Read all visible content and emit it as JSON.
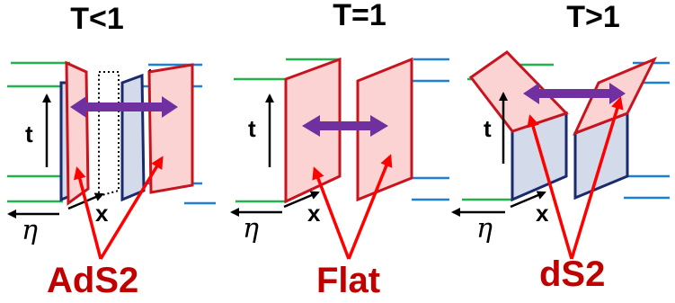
{
  "panels": [
    {
      "title": "T<1",
      "axis_t": "t",
      "axis_x": "x",
      "axis_eta": "η",
      "label": "AdS2"
    },
    {
      "title": "T=1",
      "axis_t": "t",
      "axis_x": "x",
      "axis_eta": "η",
      "label": "Flat"
    },
    {
      "title": "T>1",
      "axis_t": "t",
      "axis_x": "x",
      "axis_eta": "η",
      "label": "dS2"
    }
  ],
  "colors": {
    "sheet_fill": "#fbd3d3",
    "sheet_edge": "#c8141e",
    "block_fill": "#d3dae9",
    "block_edge": "#1a2a6e",
    "green_line": "#22b14c",
    "blue_line": "#1f7fd0",
    "purple_arrow": "#7030a0",
    "red_arrow": "#ff0000",
    "label_red": "#c00000"
  }
}
